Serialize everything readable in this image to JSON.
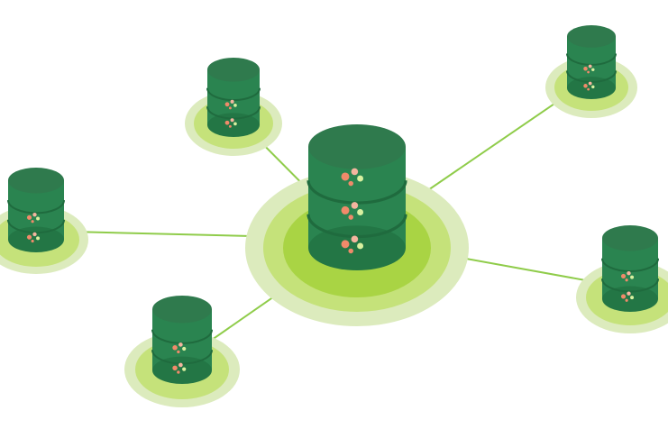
{
  "diagram": {
    "type": "hub-and-spoke-database-network",
    "hub": {
      "id": "central-database",
      "icon": "database-icon"
    },
    "nodes": [
      {
        "id": "node-top-left",
        "icon": "database-icon"
      },
      {
        "id": "node-top-right",
        "icon": "database-icon"
      },
      {
        "id": "node-left",
        "icon": "database-icon"
      },
      {
        "id": "node-right",
        "icon": "database-icon"
      },
      {
        "id": "node-bottom-left",
        "icon": "database-icon"
      }
    ],
    "connections": [
      [
        "central-database",
        "node-top-left"
      ],
      [
        "central-database",
        "node-top-right"
      ],
      [
        "central-database",
        "node-left"
      ],
      [
        "central-database",
        "node-right"
      ],
      [
        "central-database",
        "node-bottom-left"
      ]
    ],
    "colors": {
      "background": "#ffffff",
      "connector": "#8fcc4a",
      "ring_outer": "#dcebbd",
      "ring_middle": "#c5e27a",
      "ring_inner": "#a9d444",
      "cylinder_body": "#2a8450",
      "cylinder_body_dark": "#237645",
      "cylinder_top": "#2f7a4d",
      "cylinder_band": "#1f6b3e",
      "dot_primary": "#f08a6a",
      "dot_secondary": "#f4b59f",
      "dot_accent": "#d8f0a0"
    }
  }
}
